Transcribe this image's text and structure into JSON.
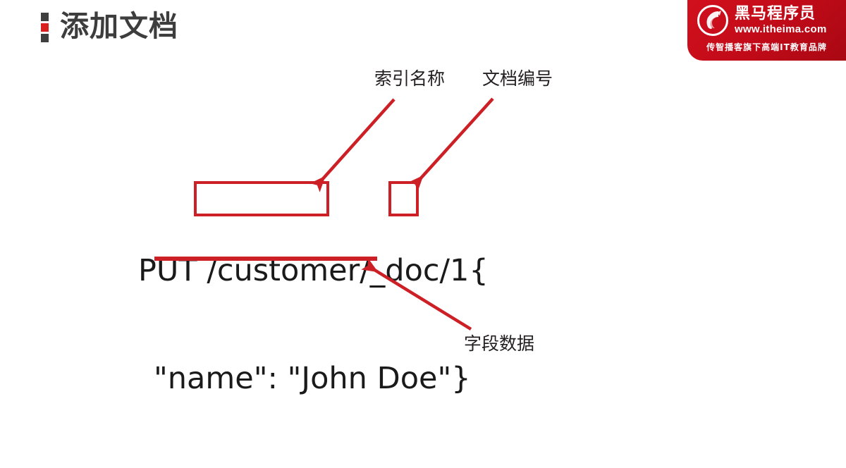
{
  "slide": {
    "title": "添加文档",
    "background_color": "#ffffff",
    "title_color": "#3d3d3d",
    "accent_color": "#d9201f"
  },
  "logo": {
    "brand_cn": "黑马程序员",
    "url": "www.itheima.com",
    "tagline": "传智播客旗下高端IT教育品牌",
    "background_color": "#c1071a",
    "text_color": "#ffffff",
    "mark": "horse-head-icon"
  },
  "code": {
    "line_1": "PUT /customer/_doc/1{",
    "line_2": "\"name\": \"John Doe\"}",
    "text_color": "#1a1a1a"
  },
  "annotations": {
    "highlight_color": "#cc2026",
    "items": [
      {
        "label": "索引名称",
        "target": "/customer",
        "marker": "box"
      },
      {
        "label": "文档编号",
        "target": "1",
        "marker": "box"
      },
      {
        "label": "字段数据",
        "target": "\"name\": \"John Doe\"}",
        "marker": "underline"
      }
    ]
  }
}
